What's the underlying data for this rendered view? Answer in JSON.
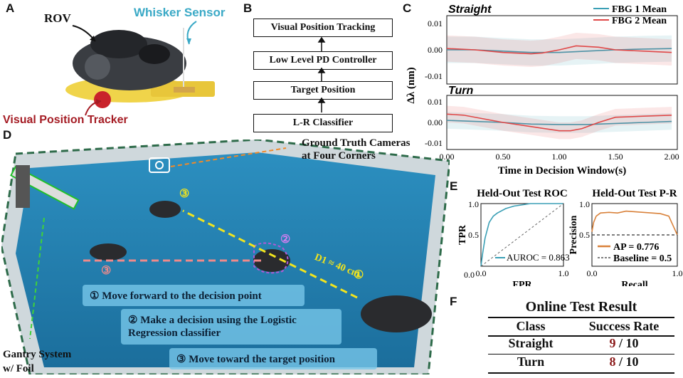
{
  "panels": {
    "a": "A",
    "b": "B",
    "c": "C",
    "d": "D",
    "e": "E",
    "f": "F"
  },
  "panel_a": {
    "rov": "ROV",
    "whisker": "Whisker Sensor",
    "tracker": "Visual Position Tracker"
  },
  "panel_b": {
    "boxes": [
      "Visual Position Tracking",
      "Low Level PD Controller",
      "Target Position",
      "L-R Classifier"
    ]
  },
  "panel_d": {
    "cameras": "Ground Truth Cameras\nat Four Corners",
    "gantry": "Gantry System\nw/ Foil",
    "distance": "D1 ≈ 40 cm",
    "steps": [
      "① Move forward to the decision point",
      "② Make a decision using the Logistic\nRegression classifier",
      "③ Move toward the target position"
    ],
    "markers": [
      "①",
      "②",
      "③",
      "③"
    ]
  },
  "chart_data": [
    {
      "type": "line",
      "title": "Straight",
      "xlabel": "Time in Decision Window(s)",
      "ylabel": "Δλ (nm)",
      "x_ticks": [
        "0.00",
        "0.50",
        "1.00",
        "1.50",
        "2.00"
      ],
      "y_ticks": [
        "0.01",
        "0.00",
        "-0.01"
      ],
      "xlim": [
        0,
        2.05
      ],
      "ylim": [
        -0.013,
        0.013
      ],
      "series": [
        {
          "name": "FBG 1 Mean",
          "color": "#3a9fb5",
          "x": [
            0,
            0.25,
            0.5,
            0.75,
            1.0,
            1.25,
            1.5,
            1.75,
            2.0
          ],
          "y": [
            0.0,
            0.0,
            -0.0005,
            -0.001,
            -0.001,
            -0.0005,
            0.0,
            0.0003,
            0.0005
          ]
        },
        {
          "name": "FBG 2 Mean",
          "color": "#e04848",
          "x": [
            0,
            0.25,
            0.5,
            0.75,
            0.85,
            1.0,
            1.15,
            1.35,
            1.5,
            1.75,
            2.0
          ],
          "y": [
            0.0005,
            0.0,
            -0.001,
            -0.0015,
            -0.0012,
            0.0,
            0.0015,
            0.001,
            0.0,
            -0.0005,
            -0.001
          ]
        }
      ]
    },
    {
      "type": "line",
      "title": "Turn",
      "xlabel": "Time in Decision Window(s)",
      "ylabel": "",
      "x_ticks": [
        "0.00",
        "0.50",
        "1.00",
        "1.50",
        "2.00"
      ],
      "y_ticks": [
        "0.01",
        "0.00",
        "-0.01"
      ],
      "xlim": [
        0,
        2.05
      ],
      "ylim": [
        -0.013,
        0.013
      ],
      "series": [
        {
          "name": "FBG 1 Mean",
          "color": "#3a9fb5",
          "x": [
            0,
            0.25,
            0.5,
            0.75,
            1.0,
            1.25,
            1.5,
            1.75,
            2.0
          ],
          "y": [
            0.001,
            0.0005,
            0.0,
            -0.0008,
            -0.001,
            -0.001,
            -0.0005,
            0.0,
            0.0005
          ]
        },
        {
          "name": "FBG 2 Mean",
          "color": "#e04848",
          "x": [
            0,
            0.15,
            0.35,
            0.5,
            0.75,
            1.0,
            1.1,
            1.2,
            1.35,
            1.5,
            1.75,
            2.0
          ],
          "y": [
            0.004,
            0.0035,
            0.0015,
            0.0,
            -0.002,
            -0.004,
            -0.004,
            -0.003,
            0.0,
            0.0025,
            0.003,
            0.0035
          ]
        }
      ]
    },
    {
      "type": "line",
      "title": "Held-Out Test ROC",
      "xlabel": "FPR",
      "ylabel": "TPR",
      "x_ticks": [
        "0.0",
        "1.0"
      ],
      "y_ticks": [
        "1.0",
        "0.5",
        "0.0"
      ],
      "xlim": [
        0,
        1
      ],
      "ylim": [
        0,
        1
      ],
      "series": [
        {
          "name": "AUROC = 0.863",
          "color": "#3a9fb5",
          "x": [
            0,
            0.02,
            0.05,
            0.08,
            0.1,
            0.15,
            0.2,
            0.3,
            0.4,
            0.5,
            0.6,
            0.8,
            1.0
          ],
          "y": [
            0,
            0.2,
            0.45,
            0.6,
            0.7,
            0.8,
            0.85,
            0.92,
            0.96,
            0.98,
            1.0,
            1.0,
            1.0
          ]
        }
      ]
    },
    {
      "type": "line",
      "title": "Held-Out Test P-R",
      "xlabel": "Recall",
      "ylabel": "Precision",
      "x_ticks": [
        "0.0",
        "1.0"
      ],
      "y_ticks": [
        "1.0",
        "0.5",
        "0.0"
      ],
      "xlim": [
        0,
        1
      ],
      "ylim": [
        0,
        1
      ],
      "series": [
        {
          "name": "AP = 0.776",
          "color": "#d9823b",
          "x": [
            0,
            0.02,
            0.05,
            0.1,
            0.2,
            0.3,
            0.4,
            0.5,
            0.6,
            0.7,
            0.8,
            0.9,
            0.95,
            1.0
          ],
          "y": [
            0.55,
            0.7,
            0.8,
            0.85,
            0.86,
            0.85,
            0.88,
            0.87,
            0.86,
            0.85,
            0.84,
            0.8,
            0.65,
            0.5
          ]
        },
        {
          "name": "Baseline = 0.5",
          "color": "#555555",
          "x": [
            0,
            1
          ],
          "y": [
            0.5,
            0.5
          ]
        }
      ]
    }
  ],
  "panel_f": {
    "title": "Online Test Result",
    "col_class": "Class",
    "col_rate": "Success Rate",
    "rows": [
      {
        "cls": "Straight",
        "num": "9",
        "den": " / 10"
      },
      {
        "cls": "Turn",
        "num": "8",
        "den": " / 10"
      }
    ]
  }
}
